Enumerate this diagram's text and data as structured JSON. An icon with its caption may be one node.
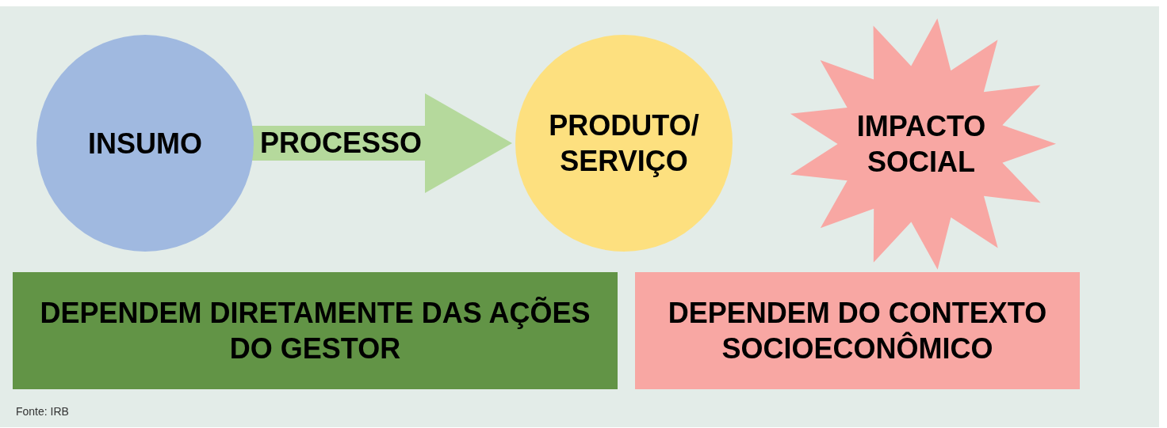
{
  "diagram": {
    "nodes": [
      {
        "text": [
          "INSUMO"
        ]
      },
      {
        "text": [
          "PRODUTO/ SERVIÇO"
        ]
      },
      {
        "text": [
          "IMPACTO SOCIAL"
        ]
      },
      {
        "text": [
          "DEPENDEM DIRETAMENTE DAS AÇÕES DO GESTOR"
        ]
      },
      {
        "text": [
          "DEPENDEM DO CONTEXTO SOCIOECONÔMICO"
        ]
      }
    ],
    "edges": [
      {
        "from": 0,
        "to": 1,
        "arrow": "to",
        "label": "PROCESSO",
        "style": "thick",
        "color": "#b5d99c"
      }
    ],
    "labels": [
      "Fonte: IRB"
    ]
  }
}
